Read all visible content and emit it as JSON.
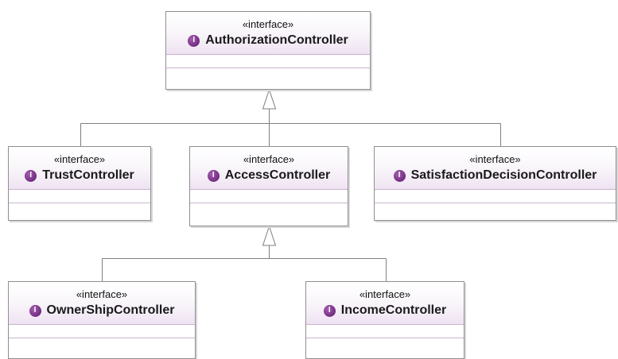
{
  "diagram": {
    "interfaces": [
      {
        "id": "authorization",
        "stereotype": "«interface»",
        "name": "AuthorizationController",
        "icon": "interface-icon",
        "icon_letter": "I"
      },
      {
        "id": "trust",
        "stereotype": "«interface»",
        "name": "TrustController",
        "icon": "interface-icon",
        "icon_letter": "I"
      },
      {
        "id": "access",
        "stereotype": "«interface»",
        "name": "AccessController",
        "icon": "interface-icon",
        "icon_letter": "I"
      },
      {
        "id": "satisfaction",
        "stereotype": "«interface»",
        "name": "SatisfactionDecisionController",
        "icon": "interface-icon",
        "icon_letter": "I"
      },
      {
        "id": "ownership",
        "stereotype": "«interface»",
        "name": "OwnerShipController",
        "icon": "interface-icon",
        "icon_letter": "I"
      },
      {
        "id": "income",
        "stereotype": "«interface»",
        "name": "IncomeController",
        "icon": "interface-icon",
        "icon_letter": "I"
      }
    ],
    "generalizations": [
      {
        "parent": "authorization",
        "children": [
          "trust",
          "access",
          "satisfaction"
        ]
      },
      {
        "parent": "access",
        "children": [
          "ownership",
          "income"
        ]
      }
    ],
    "colors": {
      "icon_fill": "#7a3287",
      "header_gradient_end": "#efe3f2",
      "compartment_line": "#c9b3cf",
      "box_border": "#8f8f8f",
      "connector": "#7f7f7f"
    }
  }
}
